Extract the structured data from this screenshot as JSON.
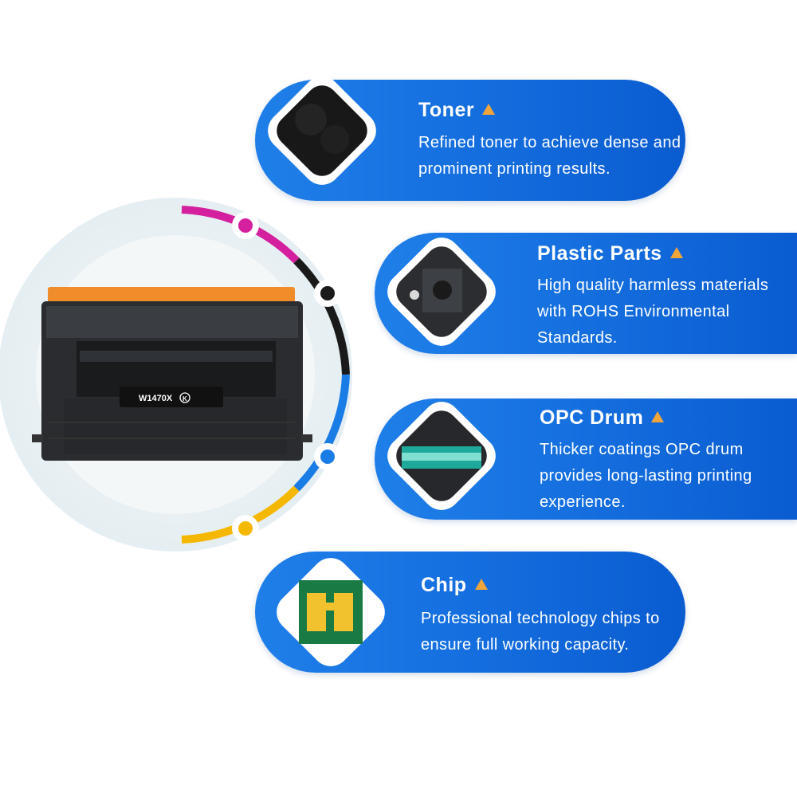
{
  "product": {
    "model_label": "W1470X",
    "color_code": "K"
  },
  "features": [
    {
      "title": "Toner",
      "description": "Refined toner to achieve dense and prominent printing results."
    },
    {
      "title": "Plastic Parts",
      "description": "High quality harmless materials with ROHS Environmental Standards."
    },
    {
      "title": "OPC Drum",
      "description": "Thicker coatings OPC drum provides long-lasting printing experience."
    },
    {
      "title": "Chip",
      "description": "Professional technology chips to ensure full working capacity."
    }
  ],
  "colors": {
    "card_blue": "#1670e0",
    "arc_magenta": "#d41f9e",
    "arc_black": "#1a1a1a",
    "arc_blue": "#1a7de6",
    "arc_yellow": "#f5b800",
    "triangle": "#f0a53a"
  },
  "icons": [
    "triangle-icon",
    "toner-powder-image",
    "plastic-parts-image",
    "opc-drum-image",
    "chip-image",
    "toner-cartridge-image"
  ]
}
